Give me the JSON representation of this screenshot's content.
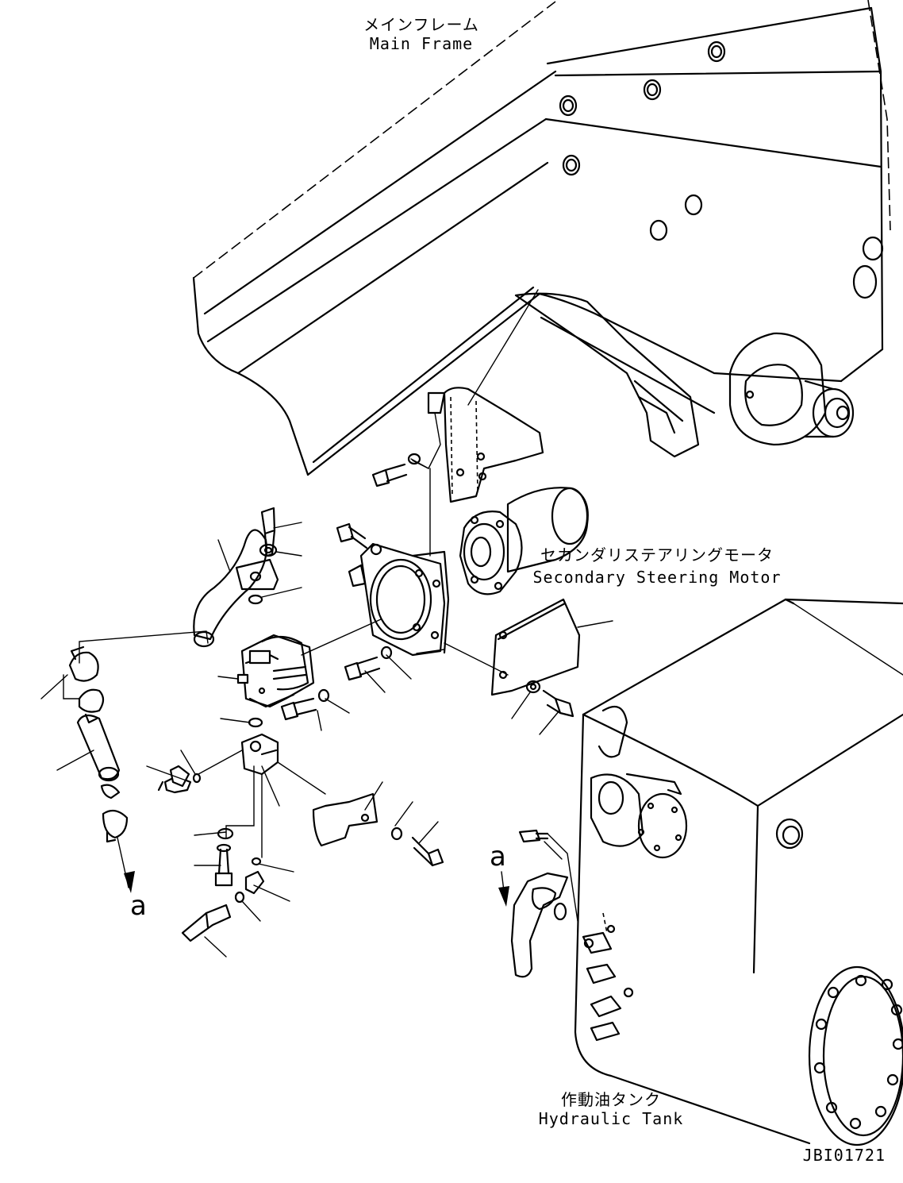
{
  "labels": {
    "main_frame_jp": "メインフレーム",
    "main_frame_en": "Main Frame",
    "motor_jp": "セカンダリステアリングモータ",
    "motor_en": "Secondary Steering Motor",
    "tank_jp": "作動油タンク",
    "tank_en": "Hydraulic Tank",
    "ref_a_left": "a",
    "ref_a_right": "a",
    "drawing_code": "JBI01721"
  }
}
